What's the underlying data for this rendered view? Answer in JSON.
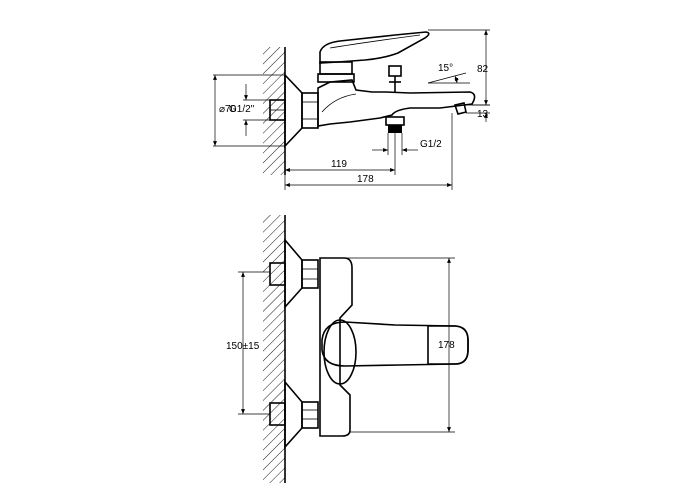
{
  "diagram": {
    "type": "technical-drawing",
    "views": [
      "side-view",
      "front-view"
    ]
  },
  "dimensions": {
    "side_view": {
      "flange_diameter": "⌀70",
      "inlet_thread": "G1/2\"",
      "handle_height": "82",
      "handle_angle": "15°",
      "spout_offset": "13",
      "outlet_thread": "G1/2",
      "outlet_distance": "119",
      "total_depth": "178"
    },
    "front_view": {
      "center_distance": "150±15",
      "body_width": "178"
    }
  },
  "colors": {
    "line": "#000000",
    "background": "#ffffff"
  }
}
